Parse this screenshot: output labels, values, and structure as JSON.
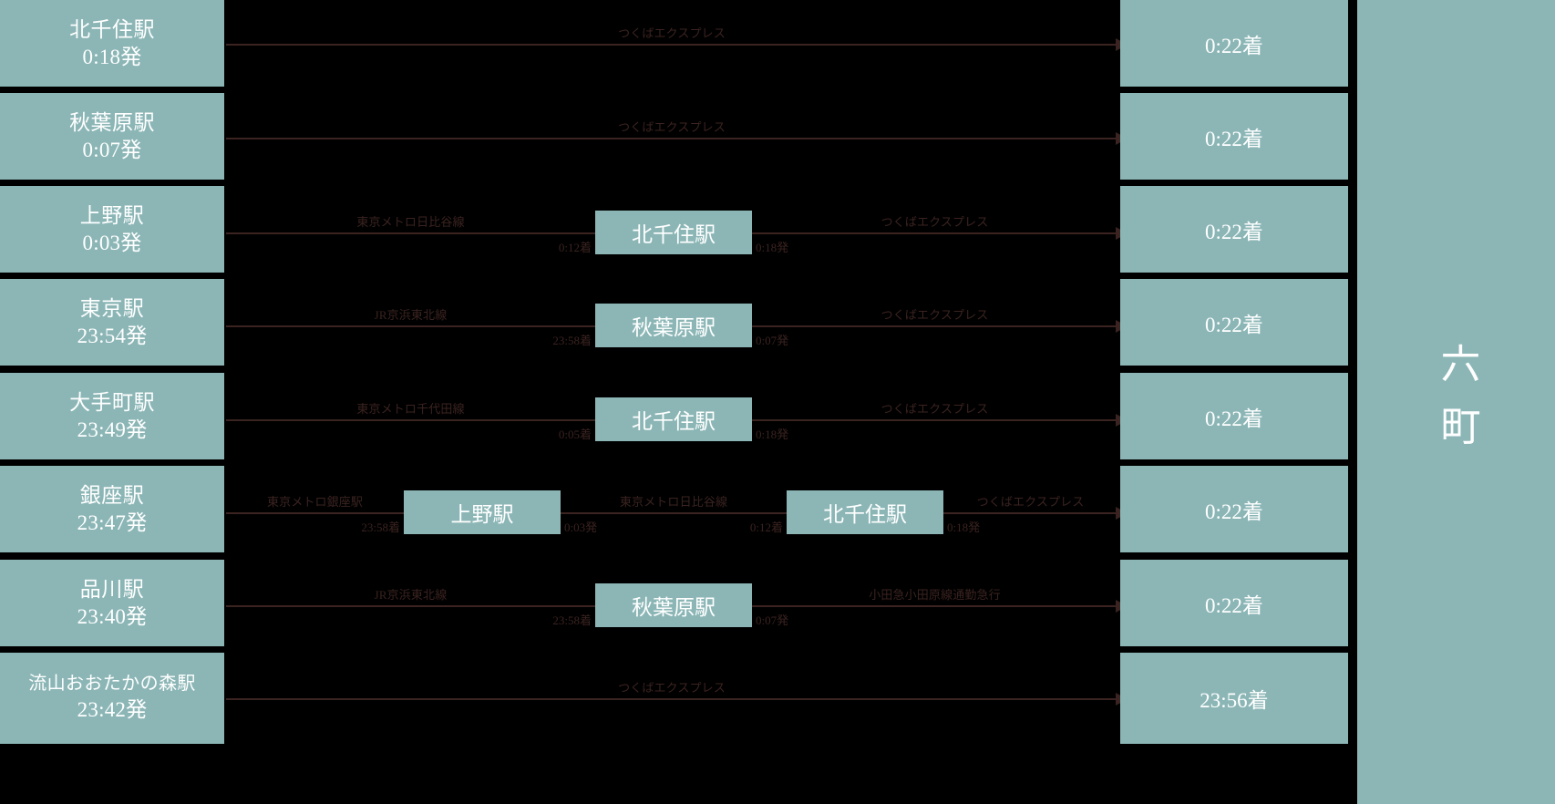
{
  "destination": {
    "label": "六町",
    "chars": [
      "六",
      "町"
    ]
  },
  "origins": [
    {
      "station": "北千住駅",
      "time": "0:18発"
    },
    {
      "station": "秋葉原駅",
      "time": "0:07発"
    },
    {
      "station": "上野駅",
      "time": "0:03発"
    },
    {
      "station": "東京駅",
      "time": "23:54発"
    },
    {
      "station": "大手町駅",
      "time": "23:49発"
    },
    {
      "station": "銀座駅",
      "time": "23:47発"
    },
    {
      "station": "品川駅",
      "time": "23:40発"
    },
    {
      "station": "流山おおたかの森駅",
      "time": "23:42発"
    }
  ],
  "arrivals": [
    "0:22着",
    "0:22着",
    "0:22着",
    "0:22着",
    "0:22着",
    "0:22着",
    "0:22着",
    "23:56着"
  ],
  "routes": [
    {
      "legs": [
        {
          "line": "つくばエクスプレス"
        }
      ],
      "transfers": []
    },
    {
      "legs": [
        {
          "line": "つくばエクスプレス"
        }
      ],
      "transfers": []
    },
    {
      "legs": [
        {
          "line": "東京メトロ日比谷線"
        },
        {
          "line": "つくばエクスプレス"
        }
      ],
      "transfers": [
        {
          "station": "北千住駅",
          "arrive": "0:12着",
          "depart": "0:18発"
        }
      ]
    },
    {
      "legs": [
        {
          "line": "JR京浜東北線"
        },
        {
          "line": "つくばエクスプレス"
        }
      ],
      "transfers": [
        {
          "station": "秋葉原駅",
          "arrive": "23:58着",
          "depart": "0:07発"
        }
      ]
    },
    {
      "legs": [
        {
          "line": "東京メトロ千代田線"
        },
        {
          "line": "つくばエクスプレス"
        }
      ],
      "transfers": [
        {
          "station": "北千住駅",
          "arrive": "0:05着",
          "depart": "0:18発"
        }
      ]
    },
    {
      "legs": [
        {
          "line": "東京メトロ銀座駅"
        },
        {
          "line": "東京メトロ日比谷線"
        },
        {
          "line": "つくばエクスプレス"
        }
      ],
      "transfers": [
        {
          "station": "上野駅",
          "arrive": "23:58着",
          "depart": "0:03発"
        },
        {
          "station": "北千住駅",
          "arrive": "0:12着",
          "depart": "0:18発"
        }
      ]
    },
    {
      "legs": [
        {
          "line": "JR京浜東北線"
        },
        {
          "line": "小田急小田原線通勤急行"
        }
      ],
      "transfers": [
        {
          "station": "秋葉原駅",
          "arrive": "23:58着",
          "depart": "0:07発"
        }
      ]
    },
    {
      "legs": [
        {
          "line": "つくばエクスプレス"
        }
      ],
      "transfers": []
    }
  ],
  "colors": {
    "panel": "#8cb6b6",
    "background": "#000000",
    "line": "#3a2320",
    "panel_text": "#ffffff"
  }
}
